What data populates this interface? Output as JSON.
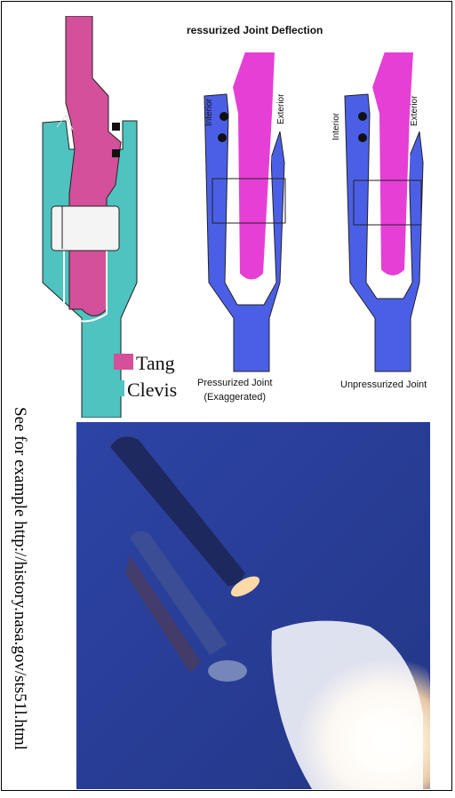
{
  "deflection_title": "ressurized Joint Deflection",
  "labels": {
    "interior": "Interior",
    "exterior": "Exterior"
  },
  "captions": {
    "pressurized_line1": "Pressurized Joint",
    "pressurized_line2": "(Exaggerated)",
    "unpressurized": "Unpressurized Joint"
  },
  "legend": {
    "tang": "Tang",
    "clevis": "Clevis"
  },
  "side_note": "See for example http://history.nasa.gov/sts51l.html",
  "colors": {
    "tang": "#d4509a",
    "clevis": "#4ec3c0",
    "joint_blue": "#4b5fe6",
    "joint_magenta": "#e53fd6",
    "sky": "#2b3f8f"
  }
}
